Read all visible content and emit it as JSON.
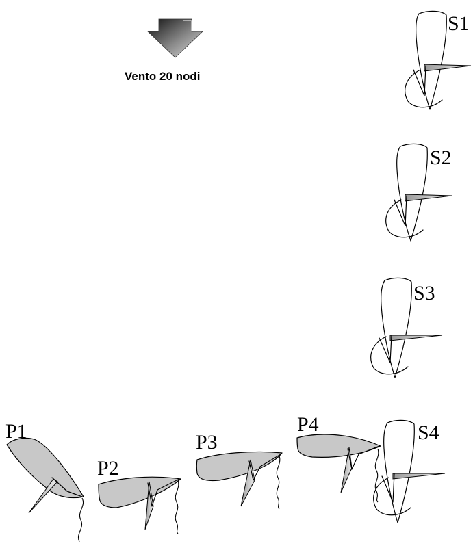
{
  "wind": {
    "label": "Vento 20 nodi",
    "icon": "arrow-down-icon"
  },
  "starboard_boats": [
    {
      "id": "S1",
      "label": "S1"
    },
    {
      "id": "S2",
      "label": "S2"
    },
    {
      "id": "S3",
      "label": "S3"
    },
    {
      "id": "S4",
      "label": "S4"
    }
  ],
  "port_boats": [
    {
      "id": "P1",
      "label": "P1"
    },
    {
      "id": "P2",
      "label": "P2"
    },
    {
      "id": "P3",
      "label": "P3"
    },
    {
      "id": "P4",
      "label": "P4"
    }
  ],
  "colors": {
    "hull": "#c8c8c8",
    "line": "#000000",
    "background": "#ffffff"
  }
}
